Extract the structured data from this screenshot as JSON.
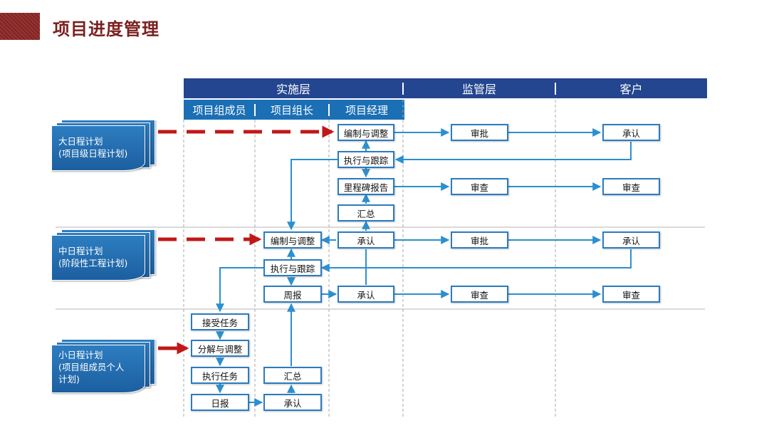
{
  "page": {
    "title": "项目进度管理"
  },
  "header": {
    "layers": [
      "实施层",
      "监管层",
      "客户"
    ],
    "roles": [
      "项目组成员",
      "项目组长",
      "项目经理"
    ]
  },
  "plans": {
    "major": "大日程计划\n(项目级日程计划)",
    "middle": "中日程计划\n(阶段性工程计划)",
    "minor": "小日程计划\n(项目组成员个人\n计划)"
  },
  "nodes": {
    "pm_edit": "编制与调整",
    "pm_exec": "执行与跟踪",
    "pm_milestone": "里程碑报告",
    "pm_summary": "汇总",
    "sup_approve_1": "审批",
    "cli_confirm_1": "承认",
    "sup_review_1": "审查",
    "cli_review_1": "审查",
    "lead_edit": "编制与调整",
    "pm_confirm_2": "承认",
    "sup_approve_2": "审批",
    "cli_confirm_2": "承认",
    "lead_exec": "执行与跟踪",
    "lead_weekly": "周报",
    "pm_confirm_3": "承认",
    "sup_review_3": "审查",
    "cli_review_3": "审查",
    "mem_accept": "接受任务",
    "mem_decompose": "分解与调整",
    "mem_execute": "执行任务",
    "mem_daily": "日报",
    "lead_summary": "汇总",
    "lead_confirm": "承认"
  },
  "colors": {
    "title": "#7a2020",
    "header_dark": "#24458f",
    "header_blue": "#1a6fb5",
    "node_border": "#2b7bbf",
    "flow_arrow": "#2b8fd0",
    "plan_arrow": "#c01818"
  }
}
